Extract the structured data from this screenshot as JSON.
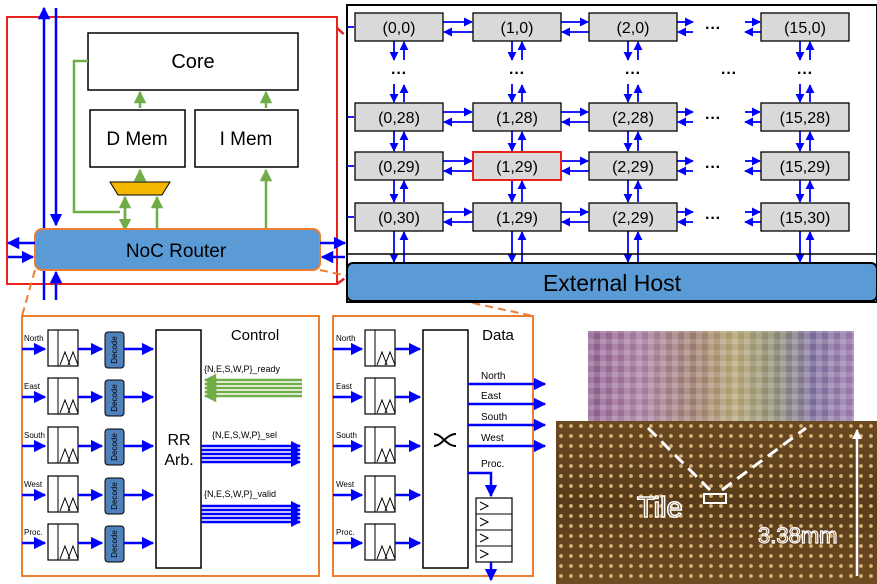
{
  "tile": {
    "core_label": "Core",
    "dmem_label": "D Mem",
    "imem_label": "I Mem",
    "router_label": "NoC Router"
  },
  "grid": {
    "nodes": [
      {
        "label": "(0,0)",
        "row": 0,
        "col": 0
      },
      {
        "label": "(1,0)",
        "row": 0,
        "col": 1
      },
      {
        "label": "(2,0)",
        "row": 0,
        "col": 2
      },
      {
        "label": "(15,0)",
        "row": 0,
        "col": 3
      },
      {
        "label": "(0,28)",
        "row": 2,
        "col": 0
      },
      {
        "label": "(1,28)",
        "row": 2,
        "col": 1
      },
      {
        "label": "(2,28)",
        "row": 2,
        "col": 2
      },
      {
        "label": "(15,28)",
        "row": 2,
        "col": 3
      },
      {
        "label": "(0,29)",
        "row": 3,
        "col": 0
      },
      {
        "label": "(1,29)",
        "row": 3,
        "col": 1,
        "highlight": true
      },
      {
        "label": "(2,29)",
        "row": 3,
        "col": 2
      },
      {
        "label": "(15,29)",
        "row": 3,
        "col": 3
      },
      {
        "label": "(0,30)",
        "row": 4,
        "col": 0
      },
      {
        "label": "(1,29)",
        "row": 4,
        "col": 1
      },
      {
        "label": "(2,29)",
        "row": 4,
        "col": 2
      },
      {
        "label": "(15,30)",
        "row": 4,
        "col": 3
      }
    ],
    "ellipsis": "···",
    "host_label": "External Host"
  },
  "control": {
    "title": "Control",
    "inputs": [
      "North",
      "East",
      "South",
      "West",
      "Proc."
    ],
    "decode_label": "Decode",
    "arbiter_line1": "RR",
    "arbiter_line2": "Arb.",
    "ready_label": "{N,E,S,W,P}_ready",
    "sel_label": "{N,E,S,W,P}_sel",
    "valid_label": "{N,E,S,W,P}_valid"
  },
  "data": {
    "title": "Data",
    "inputs": [
      "North",
      "East",
      "South",
      "West",
      "Proc."
    ],
    "outputs": [
      "North",
      "East",
      "South",
      "West",
      "Proc."
    ]
  },
  "photo": {
    "tile_label": "Tile",
    "dimension_label": "3.38mm"
  },
  "colors": {
    "tile_border": "#e8231f",
    "router_fill": "#5b9bd5",
    "router_border": "#ed7d31",
    "node_fill": "#d9d9d9",
    "arrow_blue": "#0000ff",
    "arrow_green": "#70ad47",
    "mux_fill": "#f5b800",
    "decode_fill": "#4f81bd"
  }
}
